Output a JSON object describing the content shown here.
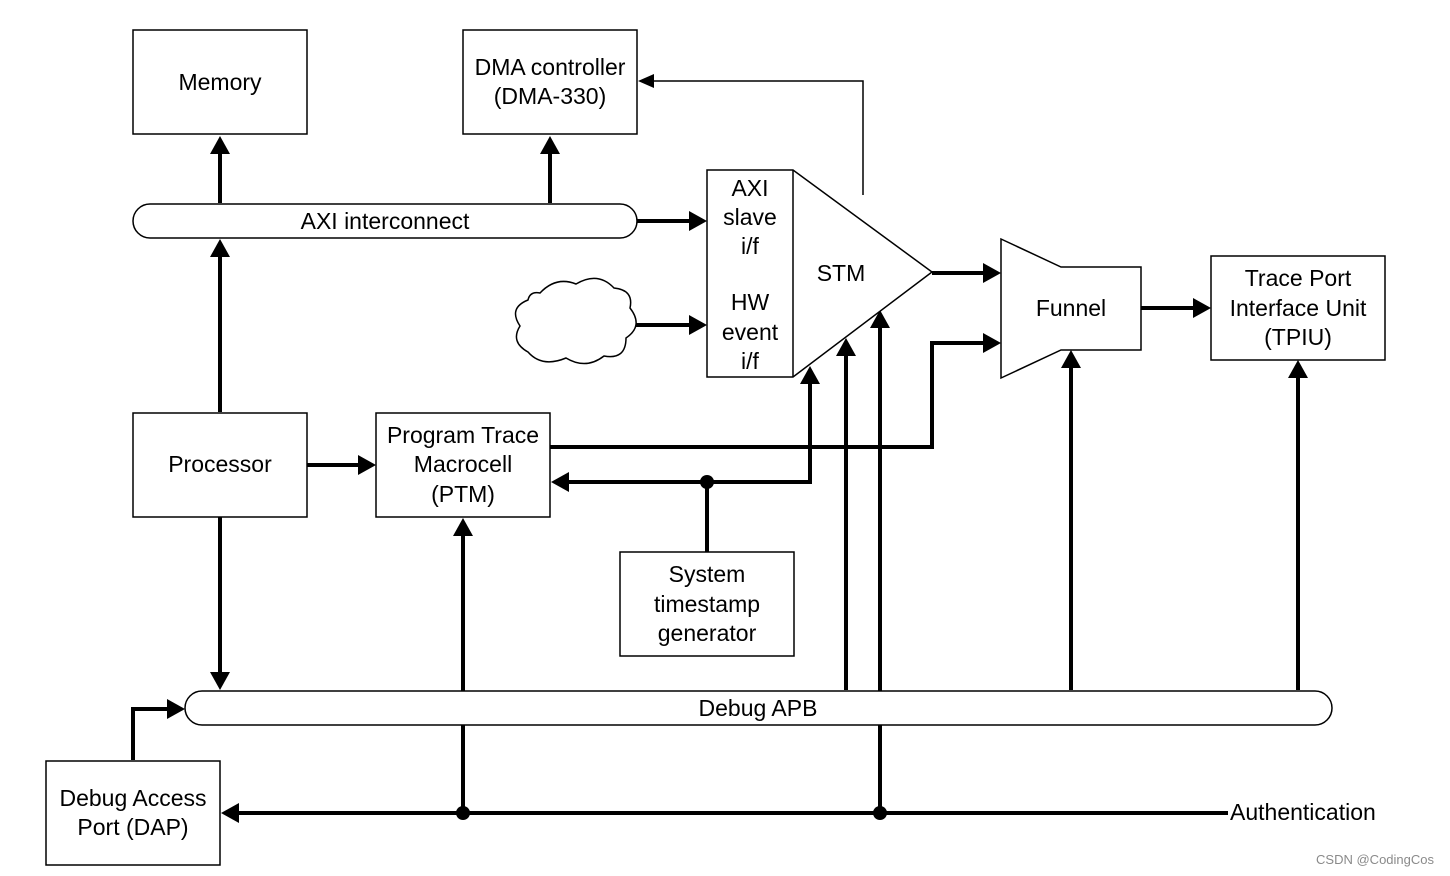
{
  "blocks": {
    "memory": [
      "Memory"
    ],
    "dma": [
      "DMA controller",
      "(DMA-330)"
    ],
    "axi_bus": [
      "AXI interconnect"
    ],
    "stm_axi_if": [
      "AXI",
      "slave",
      "i/f"
    ],
    "stm_hw_if": [
      "HW",
      "event",
      "i/f"
    ],
    "stm": [
      "STM"
    ],
    "funnel": [
      "Funnel"
    ],
    "tpiu": [
      "Trace Port",
      "Interface Unit",
      "(TPIU)"
    ],
    "processor": [
      "Processor"
    ],
    "ptm": [
      "Program Trace",
      "Macrocell",
      "(PTM)"
    ],
    "timestamp": [
      "System",
      "timestamp",
      "generator"
    ],
    "debug_apb": [
      "Debug APB"
    ],
    "dap": [
      "Debug Access",
      "Port (DAP)"
    ],
    "authentication": [
      "Authentication"
    ]
  },
  "watermark": "CSDN @CodingCos"
}
